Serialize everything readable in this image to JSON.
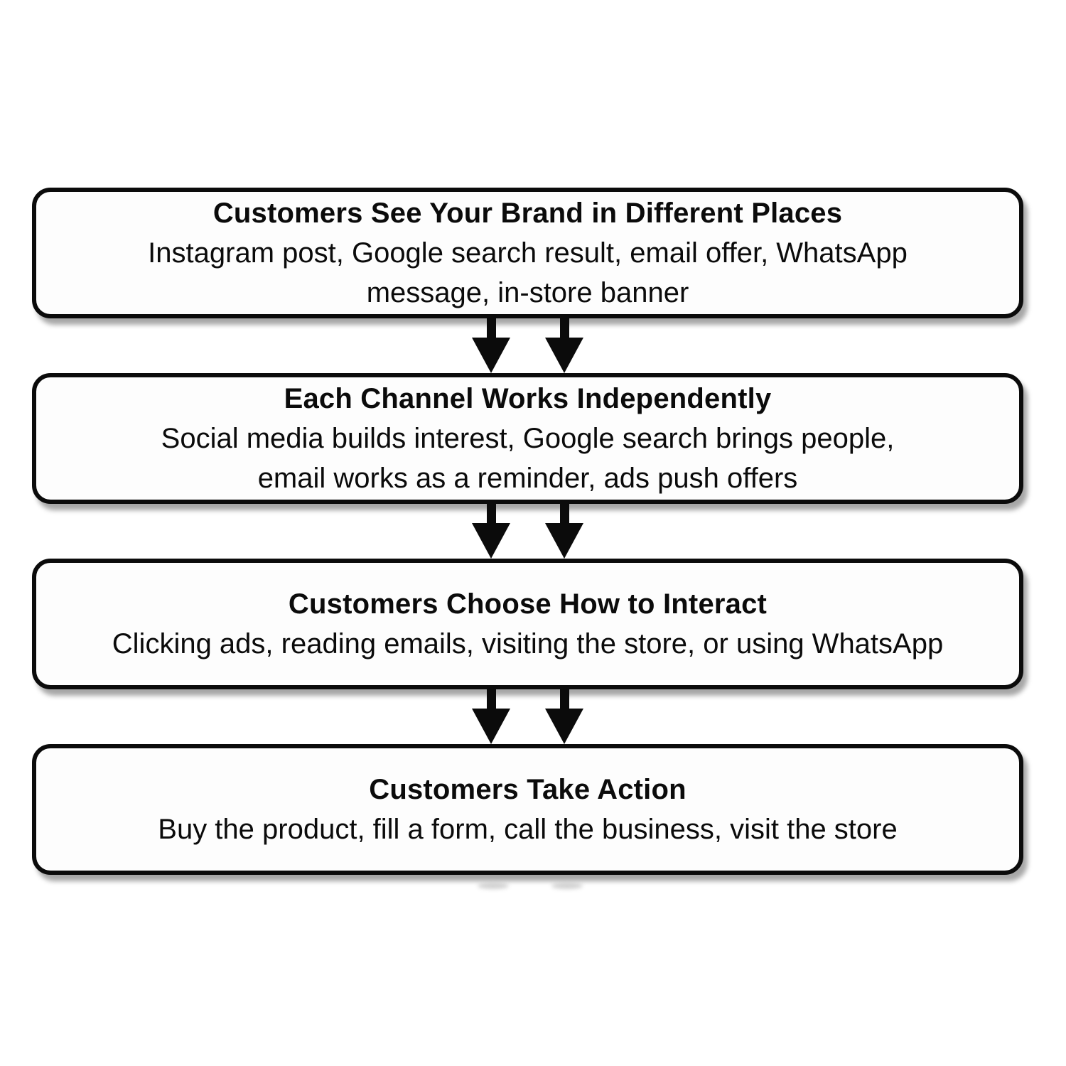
{
  "diagram": {
    "background_color": "#ffffff",
    "box_fill_color": "#fdfdfd",
    "border_color": "#0b0b0b",
    "arrow_color": "#0b0b0b",
    "shadow_color": "rgba(0,0,0,0.35)",
    "steps": [
      {
        "title": "Customers See Your Brand in Different Places",
        "lines": [
          "Instagram post, Google search result, email offer, WhatsApp",
          "message, in-store banner"
        ]
      },
      {
        "title": "Each Channel Works Independently",
        "lines": [
          "Social media builds interest, Google search brings people,",
          "email works as a reminder, ads push offers"
        ]
      },
      {
        "title": "Customers Choose How to Interact",
        "lines": [
          "Clicking ads, reading emails, visiting the store, or using WhatsApp"
        ]
      },
      {
        "title": "Customers Take Action",
        "lines": [
          "Buy the product, fill a form, call the business, visit the store"
        ]
      }
    ]
  }
}
